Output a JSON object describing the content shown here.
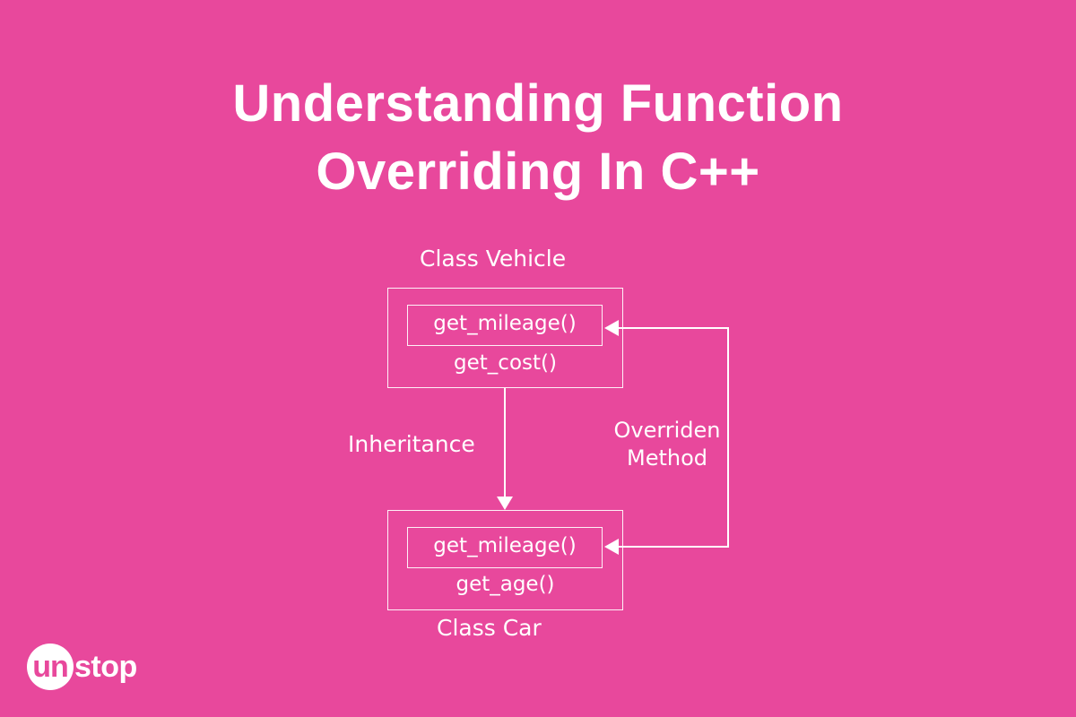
{
  "title": {
    "line1": "Understanding Function",
    "line2": "Overriding In C++"
  },
  "diagram": {
    "base_class": {
      "label": "Class Vehicle",
      "overridden_method": "get_mileage()",
      "other_method": "get_cost()"
    },
    "derived_class": {
      "label": "Class Car",
      "overridden_method": "get_mileage()",
      "other_method": "get_age()"
    },
    "inheritance_label": "Inheritance",
    "override_label_line1": "Overriden",
    "override_label_line2": "Method"
  },
  "logo": {
    "circle_text": "un",
    "rest_text": "stop"
  },
  "colors": {
    "background": "#e8489c",
    "foreground": "#ffffff"
  }
}
